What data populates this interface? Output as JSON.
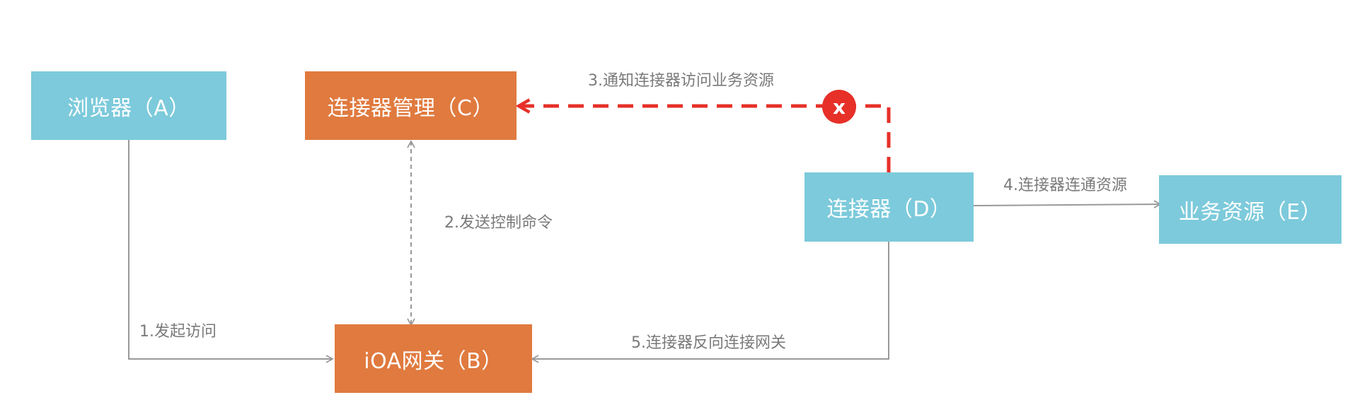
{
  "diagram": {
    "nodes": {
      "browser": {
        "label": "浏览器（A）"
      },
      "connector_mgmt": {
        "label": "连接器管理（C）"
      },
      "connector": {
        "label": "连接器（D）"
      },
      "resource": {
        "label": "业务资源（E）"
      },
      "gateway": {
        "label": "iOA网关（B）"
      }
    },
    "edges": {
      "e1": {
        "label": "1.发起访问"
      },
      "e2": {
        "label": "2.发送控制命令"
      },
      "e3": {
        "label": "3.通知连接器访问业务资源",
        "blocked_mark": "x"
      },
      "e4": {
        "label": "4.连接器连通资源"
      },
      "e5": {
        "label": "5.连接器反向连接网关"
      }
    },
    "colors": {
      "node_blue": "#7ccadb",
      "node_orange": "#e07a3f",
      "line_gray": "#999999",
      "blocked_red": "#e63028"
    }
  }
}
